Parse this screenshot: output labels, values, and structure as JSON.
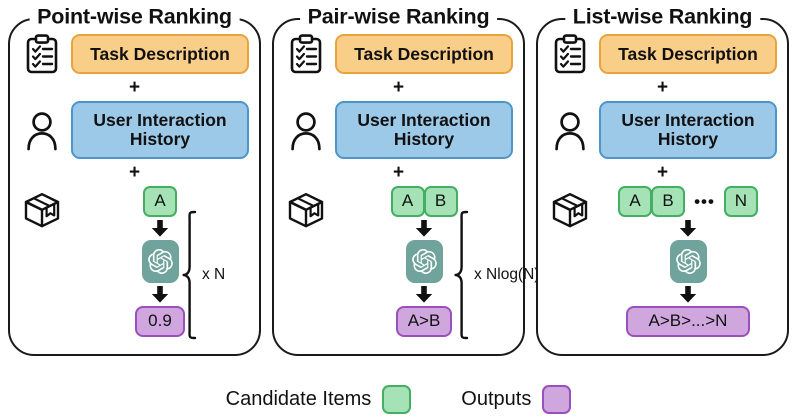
{
  "figure": {
    "panels": [
      {
        "id": "point-wise",
        "title": "Point-wise Ranking",
        "task_label": "Task Description",
        "history_line1": "User Interaction",
        "history_line2": "History",
        "plus": "+",
        "candidates": [
          "A"
        ],
        "has_ellipsis": false,
        "output": "0.9",
        "multiplier": "x N",
        "icons": {
          "task": "clipboard-checklist-icon",
          "history": "user-person-icon",
          "items": "package-box-icon",
          "model": "openai-logo-icon",
          "flow": "down-arrow-icon",
          "bracket": "curly-brace-icon"
        }
      },
      {
        "id": "pair-wise",
        "title": "Pair-wise Ranking",
        "task_label": "Task Description",
        "history_line1": "User Interaction",
        "history_line2": "History",
        "plus": "+",
        "candidates": [
          "A",
          "B"
        ],
        "has_ellipsis": false,
        "output": "A>B",
        "multiplier": "x Nlog(N)",
        "icons": {
          "task": "clipboard-checklist-icon",
          "history": "user-person-icon",
          "items": "package-box-icon",
          "model": "openai-logo-icon",
          "flow": "down-arrow-icon",
          "bracket": "curly-brace-icon"
        }
      },
      {
        "id": "list-wise",
        "title": "List-wise Ranking",
        "task_label": "Task Description",
        "history_line1": "User Interaction",
        "history_line2": "History",
        "plus": "+",
        "candidates": [
          "A",
          "B",
          "N"
        ],
        "has_ellipsis": true,
        "ellipsis": "•••",
        "output": "A>B>...>N",
        "multiplier": "",
        "icons": {
          "task": "clipboard-checklist-icon",
          "history": "user-person-icon",
          "items": "package-box-icon",
          "model": "openai-logo-icon",
          "flow": "down-arrow-icon"
        }
      }
    ],
    "legend": {
      "candidate_label": "Candidate Items",
      "output_label": "Outputs"
    },
    "colors": {
      "task_fill": "#F8CE89",
      "task_border": "#E8A33D",
      "history_fill": "#9DC9E8",
      "history_border": "#4E96CA",
      "candidate_fill": "#A5E2B6",
      "candidate_border": "#44AE62",
      "output_fill": "#CFA6DE",
      "output_border": "#9A4FBC",
      "model_fill": "#6FA39B",
      "outline": "#1A1A1A",
      "background": "#FFFFFF"
    }
  }
}
